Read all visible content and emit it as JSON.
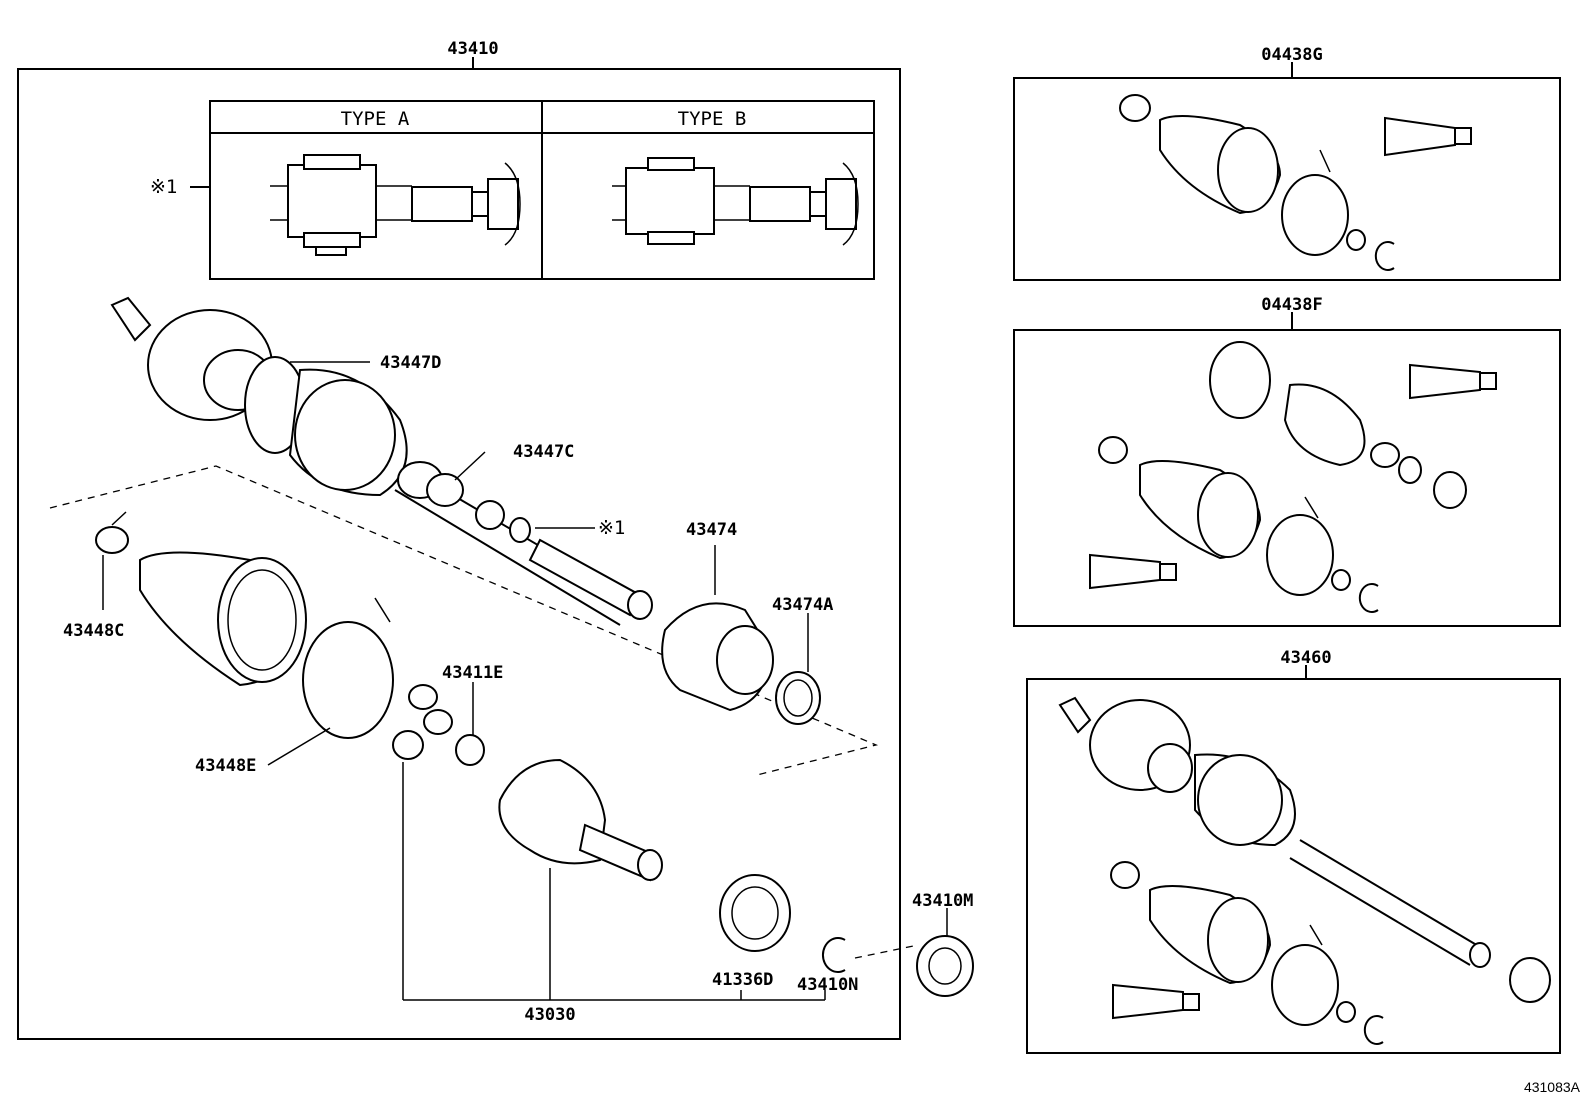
{
  "labels": {
    "p43410": "43410",
    "p04438G": "04438G",
    "p04438F": "04438F",
    "p43460": "43460",
    "type_a": "TYPE A",
    "type_b": "TYPE B",
    "note1": "※1",
    "p43447D": "43447D",
    "p43447C": "43447C",
    "note1b": "※1",
    "p43474": "43474",
    "p43474A": "43474A",
    "p43448C": "43448C",
    "p43411E": "43411E",
    "p43448E": "43448E",
    "p43030": "43030",
    "p41336D": "41336D",
    "p43410N": "43410N",
    "p43410M": "43410M",
    "catalog": "431083A"
  }
}
